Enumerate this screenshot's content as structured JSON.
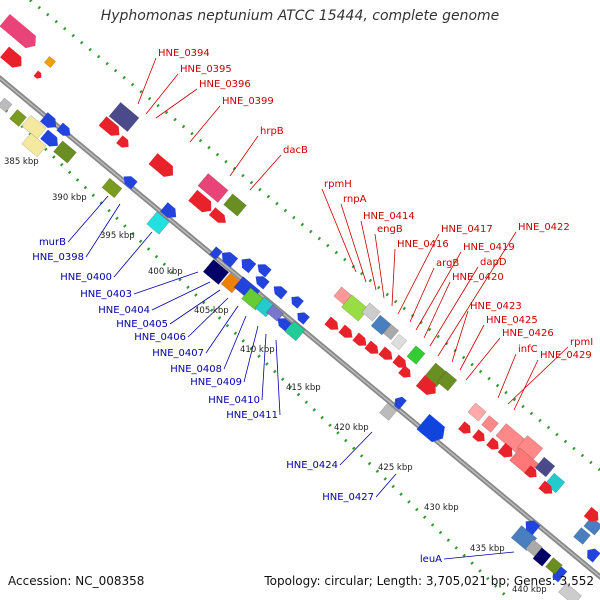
{
  "title": "Hyphomonas neptunium ATCC 15444, complete genome",
  "footer": {
    "accession": "Accession: NC_008358",
    "summary": "Topology: circular; Length: 3,705,021 bp; Genes: 3,552"
  },
  "colors": {
    "forward_label": "#cc0000",
    "reverse_label": "#0000aa",
    "backbone": "#888888",
    "tick_dots": "#339933"
  },
  "kbp_ticks": [
    "385 kbp",
    "390 kbp",
    "395 kbp",
    "400 kbp",
    "405 kbp",
    "410 kbp",
    "415 kbp",
    "420 kbp",
    "425 kbp",
    "430 kbp",
    "435 kbp",
    "440 kbp"
  ],
  "forward_labels": [
    "HNE_0394",
    "HNE_0395",
    "HNE_0396",
    "HNE_0399",
    "hrpB",
    "dacB",
    "rpmH",
    "rnpA",
    "HNE_0414",
    "engB",
    "HNE_0416",
    "HNE_0417",
    "argB",
    "HNE_0419",
    "HNE_0420",
    "dapD",
    "HNE_0422",
    "HNE_0423",
    "HNE_0425",
    "HNE_0426",
    "infC",
    "rpmI",
    "HNE_0429"
  ],
  "reverse_labels": [
    "murB",
    "HNE_0398",
    "HNE_0400",
    "HNE_0403",
    "HNE_0404",
    "HNE_0405",
    "HNE_0406",
    "HNE_0407",
    "HNE_0408",
    "HNE_0409",
    "HNE_0410",
    "HNE_0411",
    "HNE_0424",
    "HNE_0427",
    "leuA"
  ]
}
